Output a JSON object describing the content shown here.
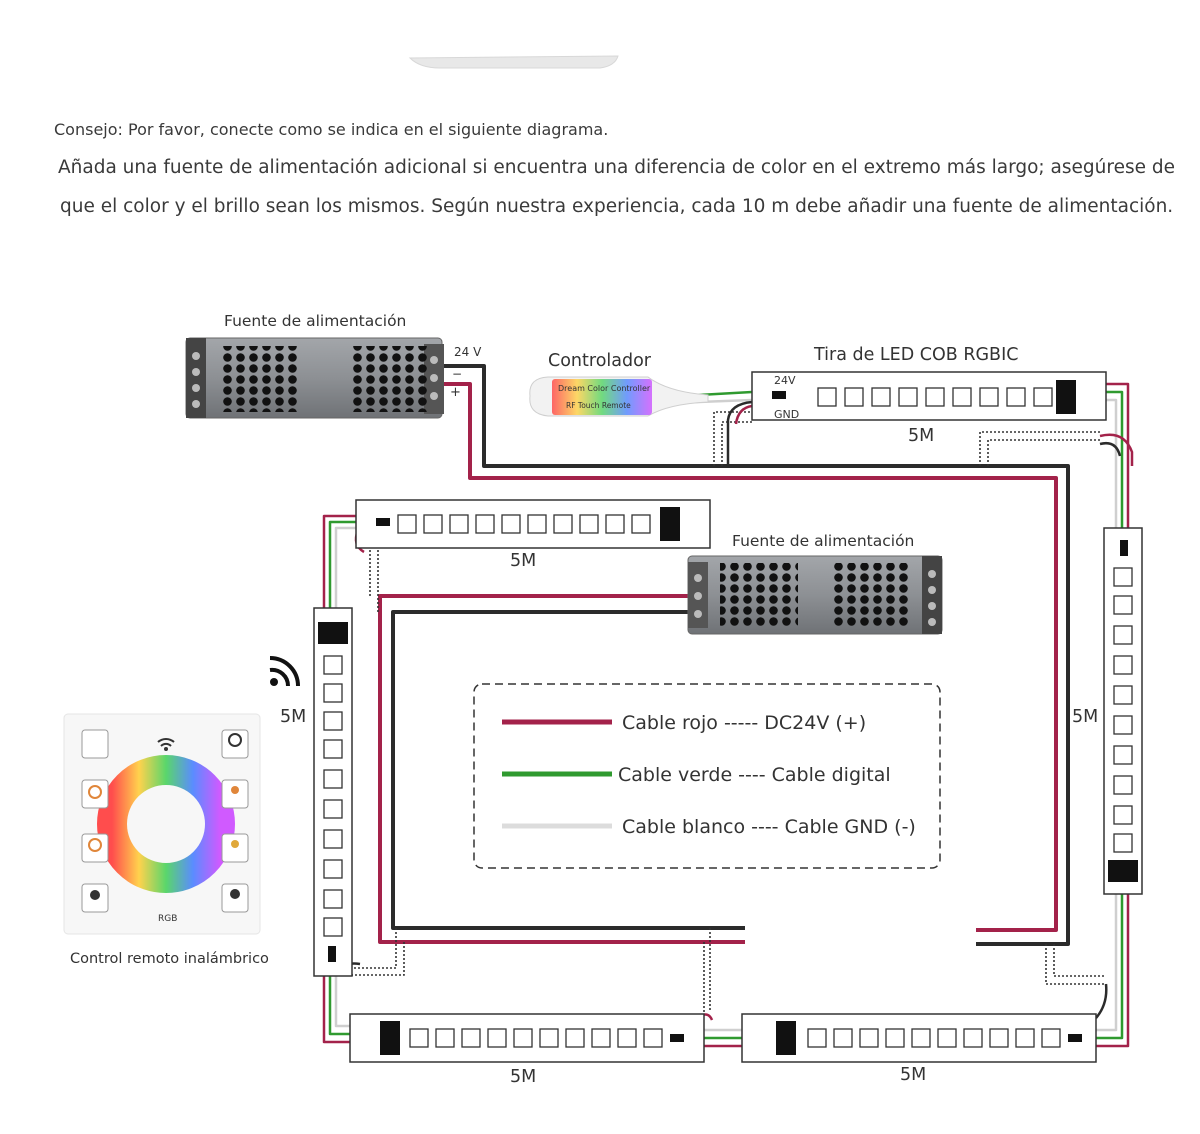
{
  "notes": {
    "tip": "Consejo: Por favor, conecte como se indica en el siguiente diagrama.",
    "line1": "Añada una fuente de alimentación adicional si encuentra una diferencia de color en el extremo más largo; asegúrese de",
    "line2": "que el color y el brillo sean los mismos. Según nuestra experiencia, cada 10 m debe añadir una fuente de alimentación."
  },
  "labels": {
    "psu_top": "Fuente de alimentación",
    "psu_voltage": "24 V",
    "psu_minus": "−",
    "psu_plus": "+",
    "controller": "Controlador",
    "controller_badge_1": "Dream Color Controller",
    "controller_badge_2": "RF Touch Remote",
    "strip_title": "Tira de LED COB RGBIC",
    "strip_24v": "24V",
    "strip_gnd": "GND",
    "psu_mid": "Fuente de alimentación",
    "len_top_right": "5M",
    "len_mid_top": "5M",
    "len_left": "5M",
    "len_right": "5M",
    "len_bottom_left": "5M",
    "len_bottom_right": "5M",
    "remote_caption": "Control remoto inalámbrico",
    "remote_rgb": "RGB"
  },
  "legend": [
    {
      "label": "Cable rojo ----- DC24V (+)",
      "color": "#a3224a"
    },
    {
      "label": "Cable verde ---- Cable digital",
      "color": "#2f9a2f"
    },
    {
      "label": "Cable blanco ---- Cable GND (-)",
      "color": "#dcdcdc"
    }
  ],
  "colors": {
    "red_wire": "#a3224a",
    "black_wire": "#2b2b2b",
    "green_wire": "#2f9a2f",
    "white_wire": "#d0d0d0",
    "psu_body": "#8f9296"
  }
}
